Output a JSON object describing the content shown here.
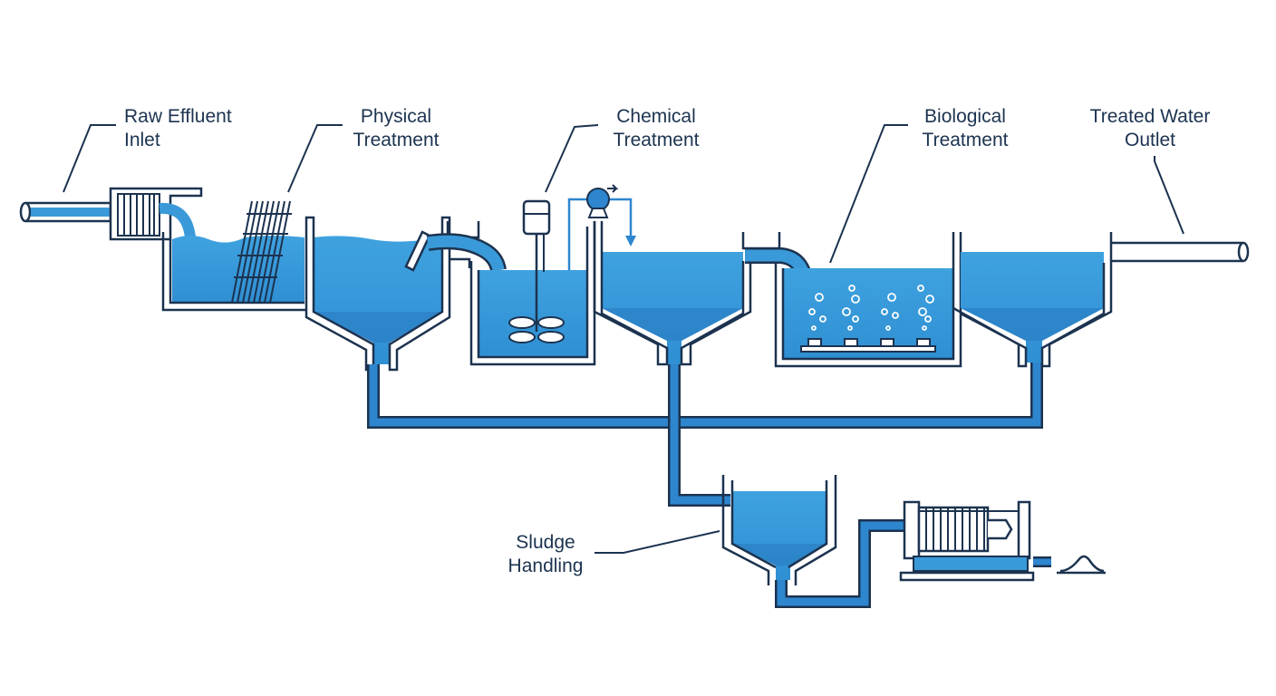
{
  "diagram": {
    "colors": {
      "outline": "#1c3350",
      "water": "#3a9ad9",
      "water_dark": "#2878c0",
      "pipe": "#2e86cf",
      "background": "#ffffff"
    },
    "labels": {
      "raw_effluent": {
        "line1": "Raw Effluent",
        "line2": "Inlet"
      },
      "physical": {
        "line1": "Physical",
        "line2": "Treatment"
      },
      "chemical": {
        "line1": "Chemical",
        "line2": "Treatment"
      },
      "biological": {
        "line1": "Biological",
        "line2": "Treatment"
      },
      "treated_outlet": {
        "line1": "Treated Water",
        "line2": "Outlet"
      },
      "sludge": {
        "line1": "Sludge",
        "line2": "Handling"
      }
    },
    "icons": [
      "screen-icon",
      "motor-icon",
      "pump-icon",
      "impeller-icon",
      "diffuser-icon",
      "filter-press-icon",
      "sludge-pile-icon"
    ]
  }
}
